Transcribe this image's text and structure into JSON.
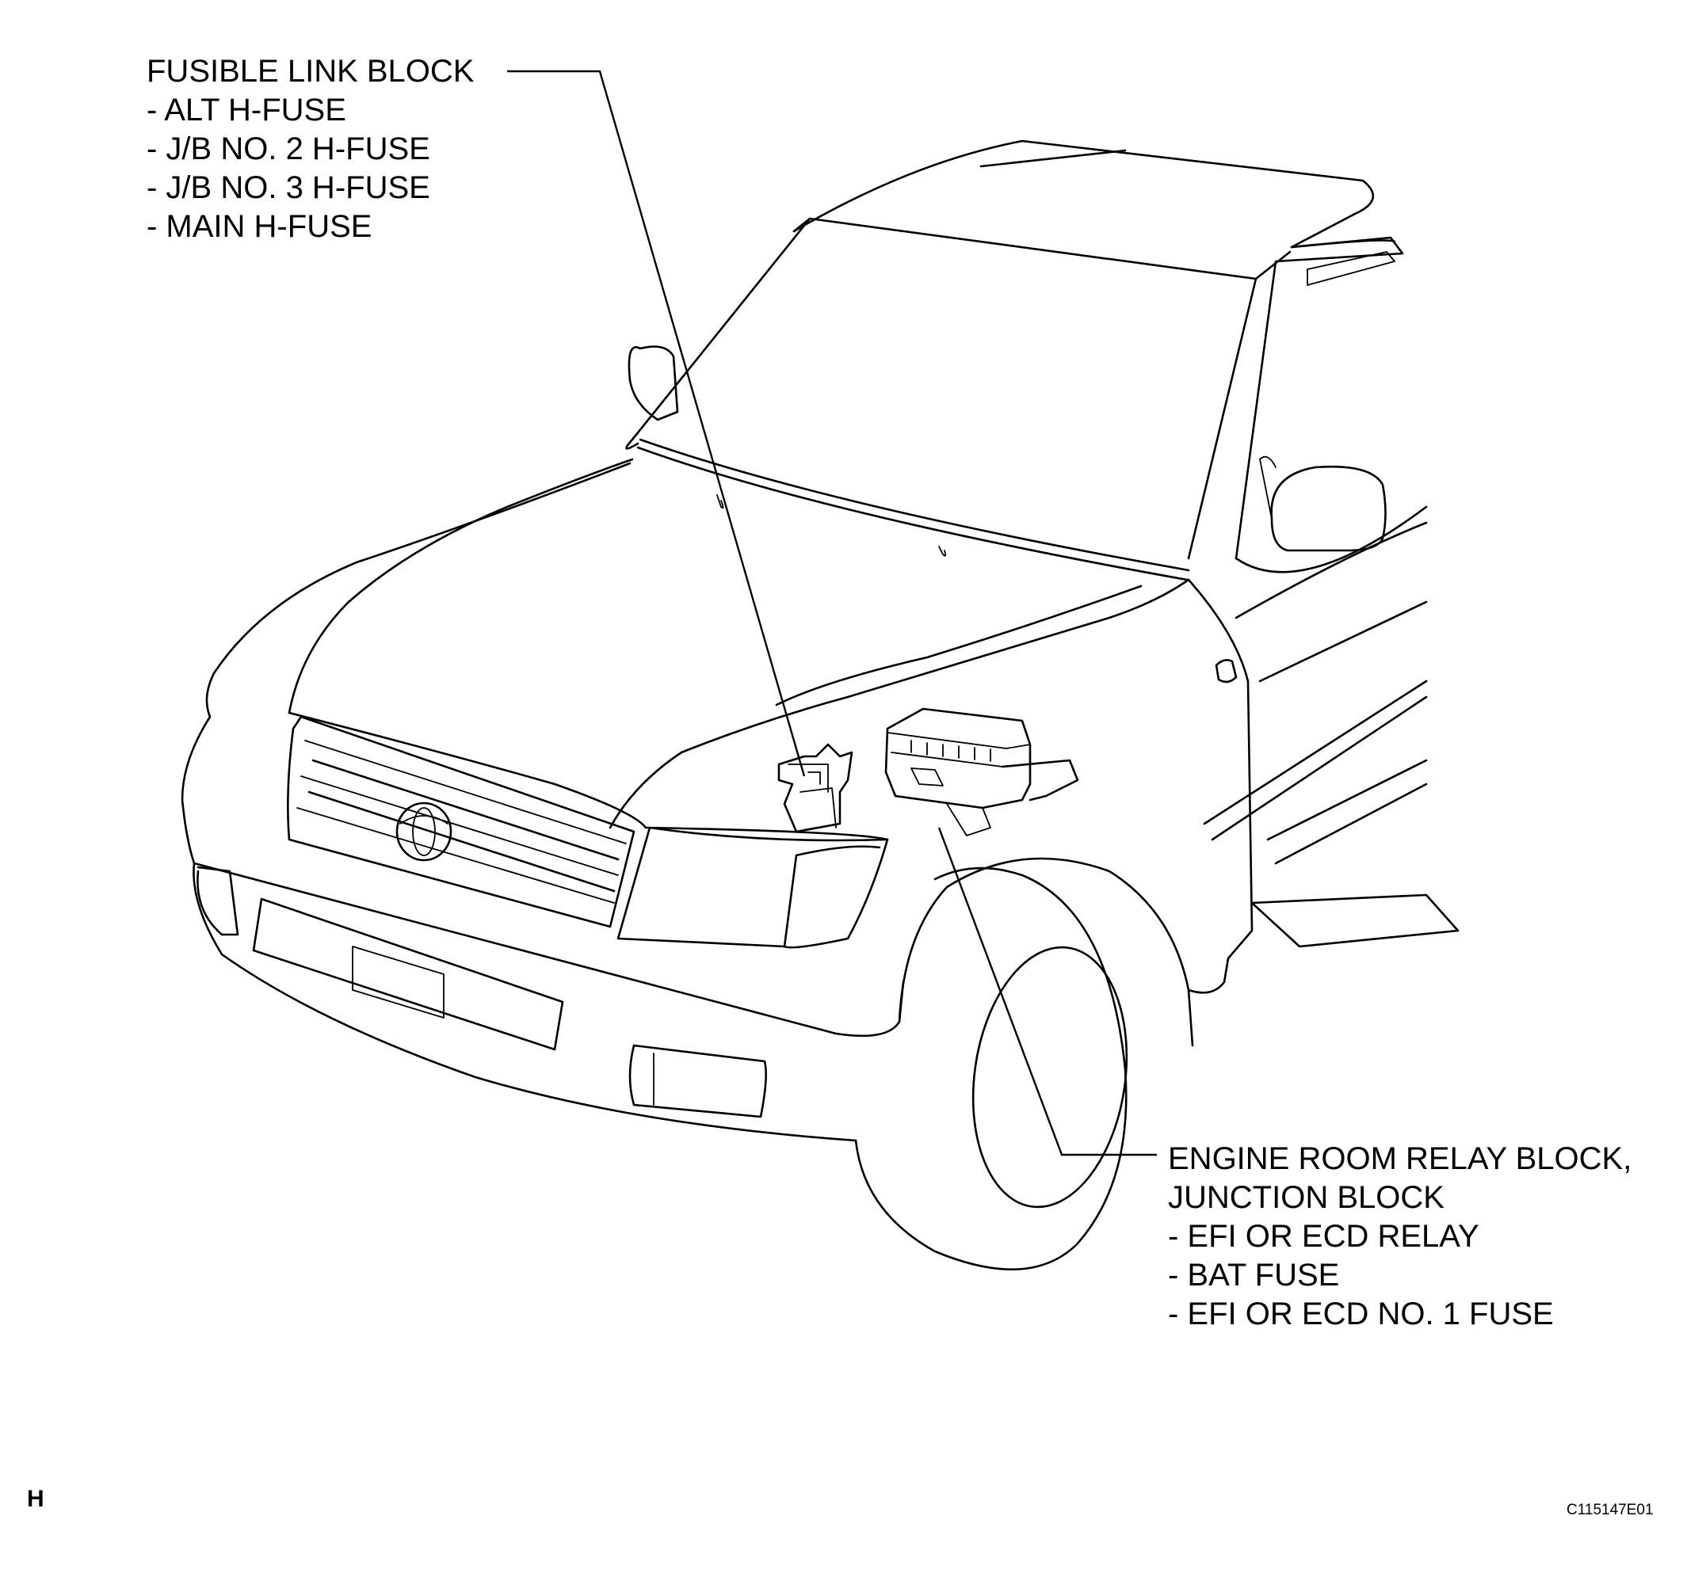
{
  "callouts": {
    "fusible_link_block": {
      "title": "FUSIBLE LINK BLOCK",
      "items": [
        "- ALT H-FUSE",
        "- J/B NO. 2 H-FUSE",
        "- J/B NO. 3 H-FUSE",
        "- MAIN H-FUSE"
      ]
    },
    "engine_room_relay_block": {
      "title": "ENGINE ROOM RELAY BLOCK,",
      "subtitle": "JUNCTION BLOCK",
      "items": [
        "- EFI OR ECD RELAY",
        "- BAT FUSE",
        "- EFI OR ECD NO. 1 FUSE"
      ]
    }
  },
  "corner_mark": "H",
  "figure_code": "C115147E01",
  "colors": {
    "line": "#000000",
    "background": "#ffffff"
  }
}
